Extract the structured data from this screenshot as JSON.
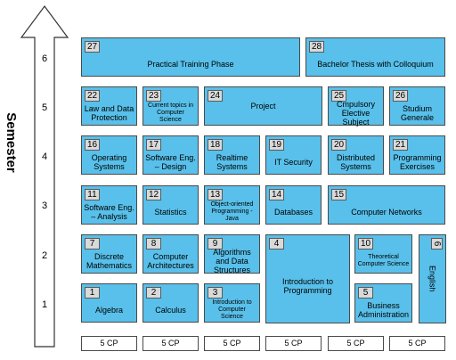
{
  "axis": {
    "label": "Semester"
  },
  "semesters": [
    "6",
    "5",
    "4",
    "3",
    "2",
    "1"
  ],
  "courses": [
    {
      "num": "27",
      "title": "Practical Training Phase"
    },
    {
      "num": "28",
      "title": "Bachelor Thesis with Colloquium"
    },
    {
      "num": "22",
      "title": "Law and Data Protection"
    },
    {
      "num": "23",
      "title": "Current topics in Computer Science"
    },
    {
      "num": "24",
      "title": "Project"
    },
    {
      "num": "25",
      "title": "Cmpulsory Elective Subject"
    },
    {
      "num": "26",
      "title": "Studium Generale"
    },
    {
      "num": "16",
      "title": "Operating Systems"
    },
    {
      "num": "17",
      "title": "Software Eng. – Design"
    },
    {
      "num": "18",
      "title": "Realtime Systems"
    },
    {
      "num": "19",
      "title": "IT Security"
    },
    {
      "num": "20",
      "title": "Distributed Systems"
    },
    {
      "num": "21",
      "title": "Programming Exercises"
    },
    {
      "num": "11",
      "title": "Software Eng. – Analysis"
    },
    {
      "num": "12",
      "title": "Statistics"
    },
    {
      "num": "13",
      "title": "Object-oriented Programming - Java"
    },
    {
      "num": "14",
      "title": "Databases"
    },
    {
      "num": "15",
      "title": "Computer Networks"
    },
    {
      "num": "7",
      "title": "Discrete Mathematics"
    },
    {
      "num": "8",
      "title": "Computer Architectures"
    },
    {
      "num": "9",
      "title": "Algorithms and Data Structures"
    },
    {
      "num": "4",
      "title": "Introduction to Programming"
    },
    {
      "num": "10",
      "title": "Theoretical Computer Science"
    },
    {
      "num": "6",
      "title": "English"
    },
    {
      "num": "1",
      "title": "Algebra"
    },
    {
      "num": "2",
      "title": "Calculus"
    },
    {
      "num": "3",
      "title": "Introduction to Computer Science"
    },
    {
      "num": "5",
      "title": "Business Administration"
    }
  ],
  "credits": [
    "5 CP",
    "5 CP",
    "5 CP",
    "5 CP",
    "5 CP",
    "5 CP"
  ]
}
